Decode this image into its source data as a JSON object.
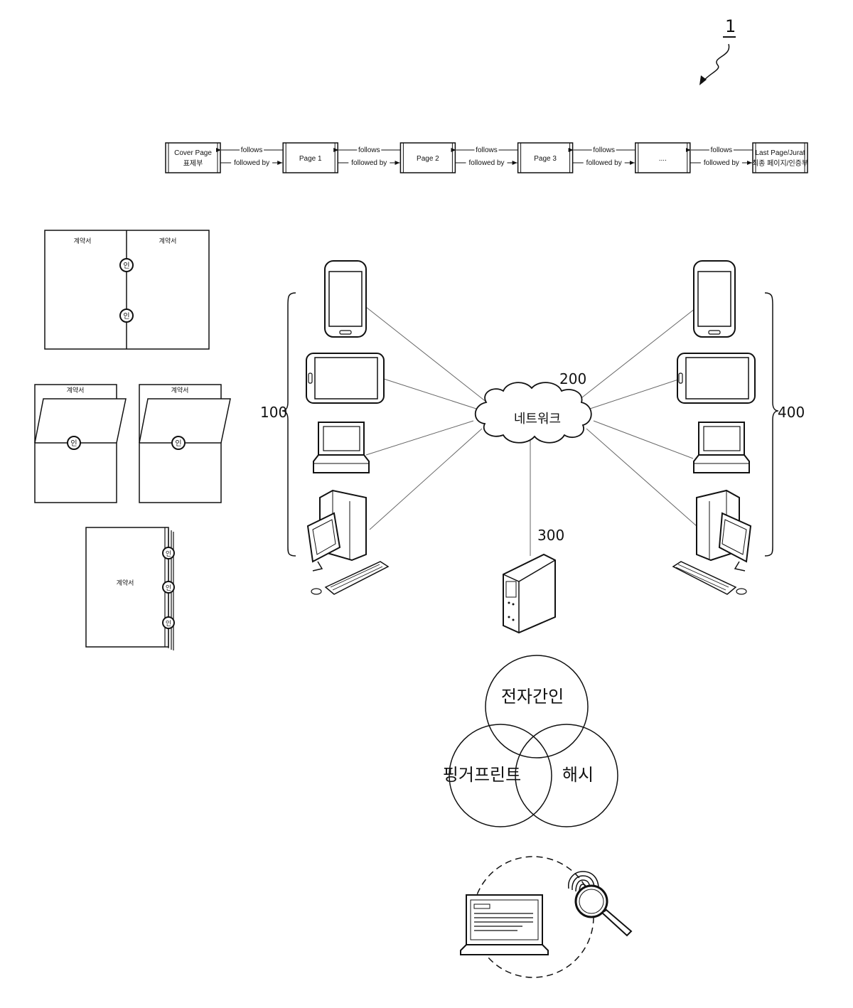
{
  "figure_ref": "1",
  "chain": {
    "boxes": [
      {
        "line1": "Cover Page",
        "line2": "표제부"
      },
      {
        "line1": "Page 1",
        "line2": ""
      },
      {
        "line1": "Page 2",
        "line2": ""
      },
      {
        "line1": "Page 3",
        "line2": ""
      },
      {
        "line1": "....",
        "line2": ""
      },
      {
        "line1": "Last Page/Jurat",
        "line2": "최종 페이지/인증부"
      }
    ],
    "follows_label": "follows",
    "followed_by_label": "followed by"
  },
  "documents": {
    "label": "계약서",
    "seal_char": "인"
  },
  "network": {
    "label": "네트워크",
    "ref_network": "200",
    "ref_server": "300",
    "ref_left_group": "100",
    "ref_right_group": "400"
  },
  "venn": {
    "top": "전자간인",
    "left": "핑거프린트",
    "right": "해시"
  }
}
